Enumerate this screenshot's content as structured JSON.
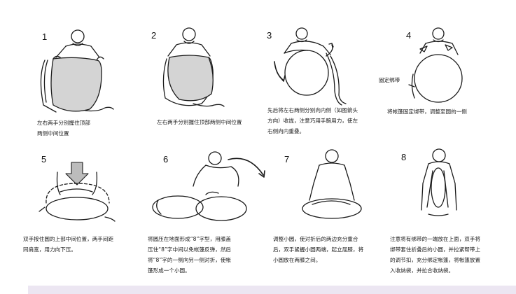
{
  "steps": [
    {
      "number": "1",
      "caption": "左右两手分别握住顶部\n两侧中间位置"
    },
    {
      "number": "2",
      "caption": "左右两手分别握住顶部两侧中间位置"
    },
    {
      "number": "3",
      "caption": "先后将左右两侧分别向内侧（如图箭头\n方向）收拢，注意巧用手腕用力，使左\n右侧向内重叠。"
    },
    {
      "number": "4",
      "caption": "将帐篷固定绑带，调整至圆的一侧",
      "label": "固定绑带"
    },
    {
      "number": "5",
      "caption": "双手按住圆的上部中间位置，两手间距\n同肩宽，用力向下压。"
    },
    {
      "number": "6",
      "caption": "将圆压在地面形成“8”字型，用膝盖\n压住“8”字中间以免帐篷反弹，然后\n将“8”字的一侧向另一侧对折，使帐\n篷形成一个小圆。"
    },
    {
      "number": "7",
      "caption": "调整小圆，使对折后的两边充分重合\n后，双手紧握小圆两端，起立屈膝，将\n小圆放在两膝之间。"
    },
    {
      "number": "8",
      "caption": "注意将有绑带的一端放在上面，双手将\n绑带套住折叠后的小圆，并拉紧帮带上\n的调节扣，充分绑定帐篷，将帐篷放置\n入收纳袋，并拉合收纳袋。"
    }
  ],
  "colors": {
    "line": "#1a1a1a",
    "fill": "#d4d4d4",
    "band": "#ece6f2"
  }
}
